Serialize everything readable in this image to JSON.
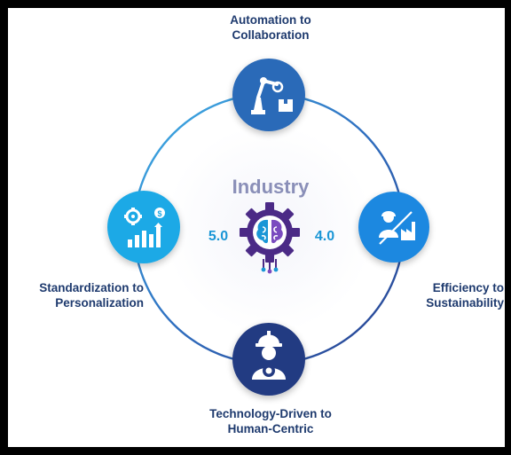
{
  "center": {
    "title": "Industry",
    "left_version": "5.0",
    "right_version": "4.0"
  },
  "nodes": {
    "top": {
      "line1": "Automation to",
      "line2": "Collaboration",
      "icon": "robotic-arm-icon",
      "color": "#2c6ab8"
    },
    "right": {
      "line1": "Efficiency to",
      "line2": "Sustainability",
      "icon": "worker-factory-icon",
      "color": "#1e88e0"
    },
    "bottom": {
      "line1": "Technology-Driven to",
      "line2": "Human-Centric",
      "icon": "engineer-helmet-icon",
      "color": "#243b82"
    },
    "left": {
      "line1": "Standardization to",
      "line2": "Personalization",
      "icon": "growth-chart-icon",
      "color": "#1fa9e6"
    }
  },
  "colors": {
    "label_text": "#1e3a6e",
    "center_title": "#8a8fb8",
    "version_text": "#1a96d6",
    "gear": "#4b2a86"
  }
}
